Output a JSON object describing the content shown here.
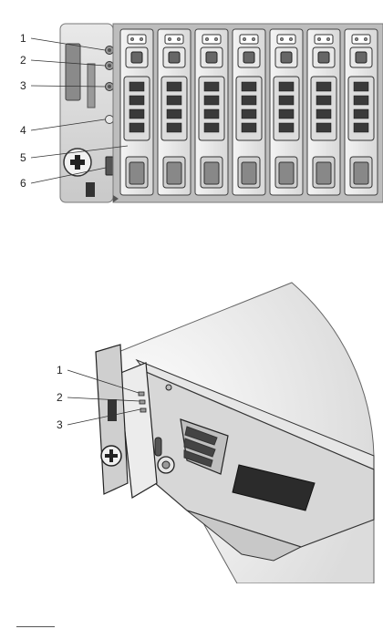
{
  "figure_top": {
    "callouts": [
      "1",
      "2",
      "3",
      "4",
      "5",
      "6"
    ],
    "drive_count": 7
  },
  "figure_bottom": {
    "callouts": [
      "1",
      "2",
      "3"
    ]
  },
  "icons": [
    "power-icon",
    "plus-screw-icon",
    "drive-tray-icon"
  ]
}
